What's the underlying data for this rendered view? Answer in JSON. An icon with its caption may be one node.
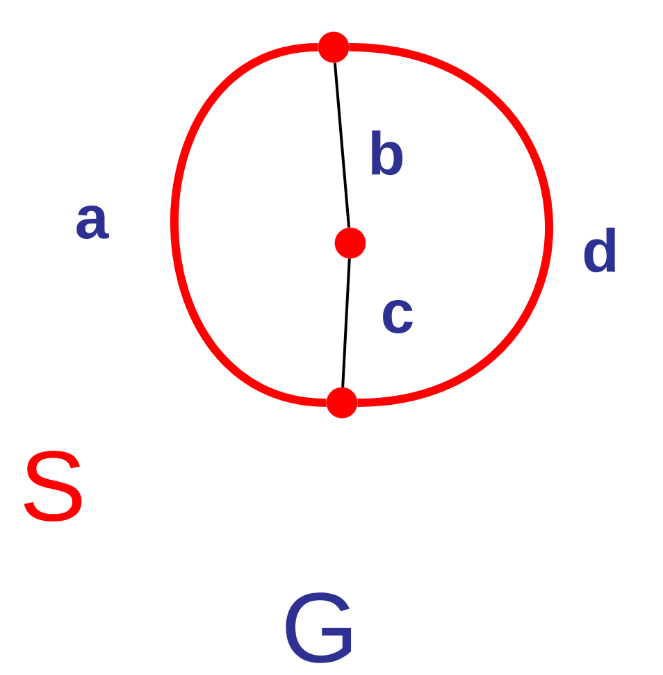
{
  "diagram": {
    "nodes": [
      {
        "text": [],
        "shape": "circle"
      },
      {
        "text": [],
        "shape": "circle"
      },
      {
        "text": [],
        "shape": "circle"
      }
    ],
    "edges": [
      {
        "from": 0,
        "to": 2,
        "arrow": "none",
        "label": "a",
        "color": "#ff0000",
        "style": "thick"
      },
      {
        "from": 0,
        "to": 1,
        "arrow": "none",
        "label": "b",
        "color": "#000000"
      },
      {
        "from": 1,
        "to": 2,
        "arrow": "none",
        "label": "c",
        "color": "#000000"
      },
      {
        "from": 0,
        "to": 2,
        "arrow": "none",
        "label": "d",
        "color": "#ff0000",
        "style": "thick"
      }
    ],
    "labels": [
      "S",
      "G"
    ]
  }
}
